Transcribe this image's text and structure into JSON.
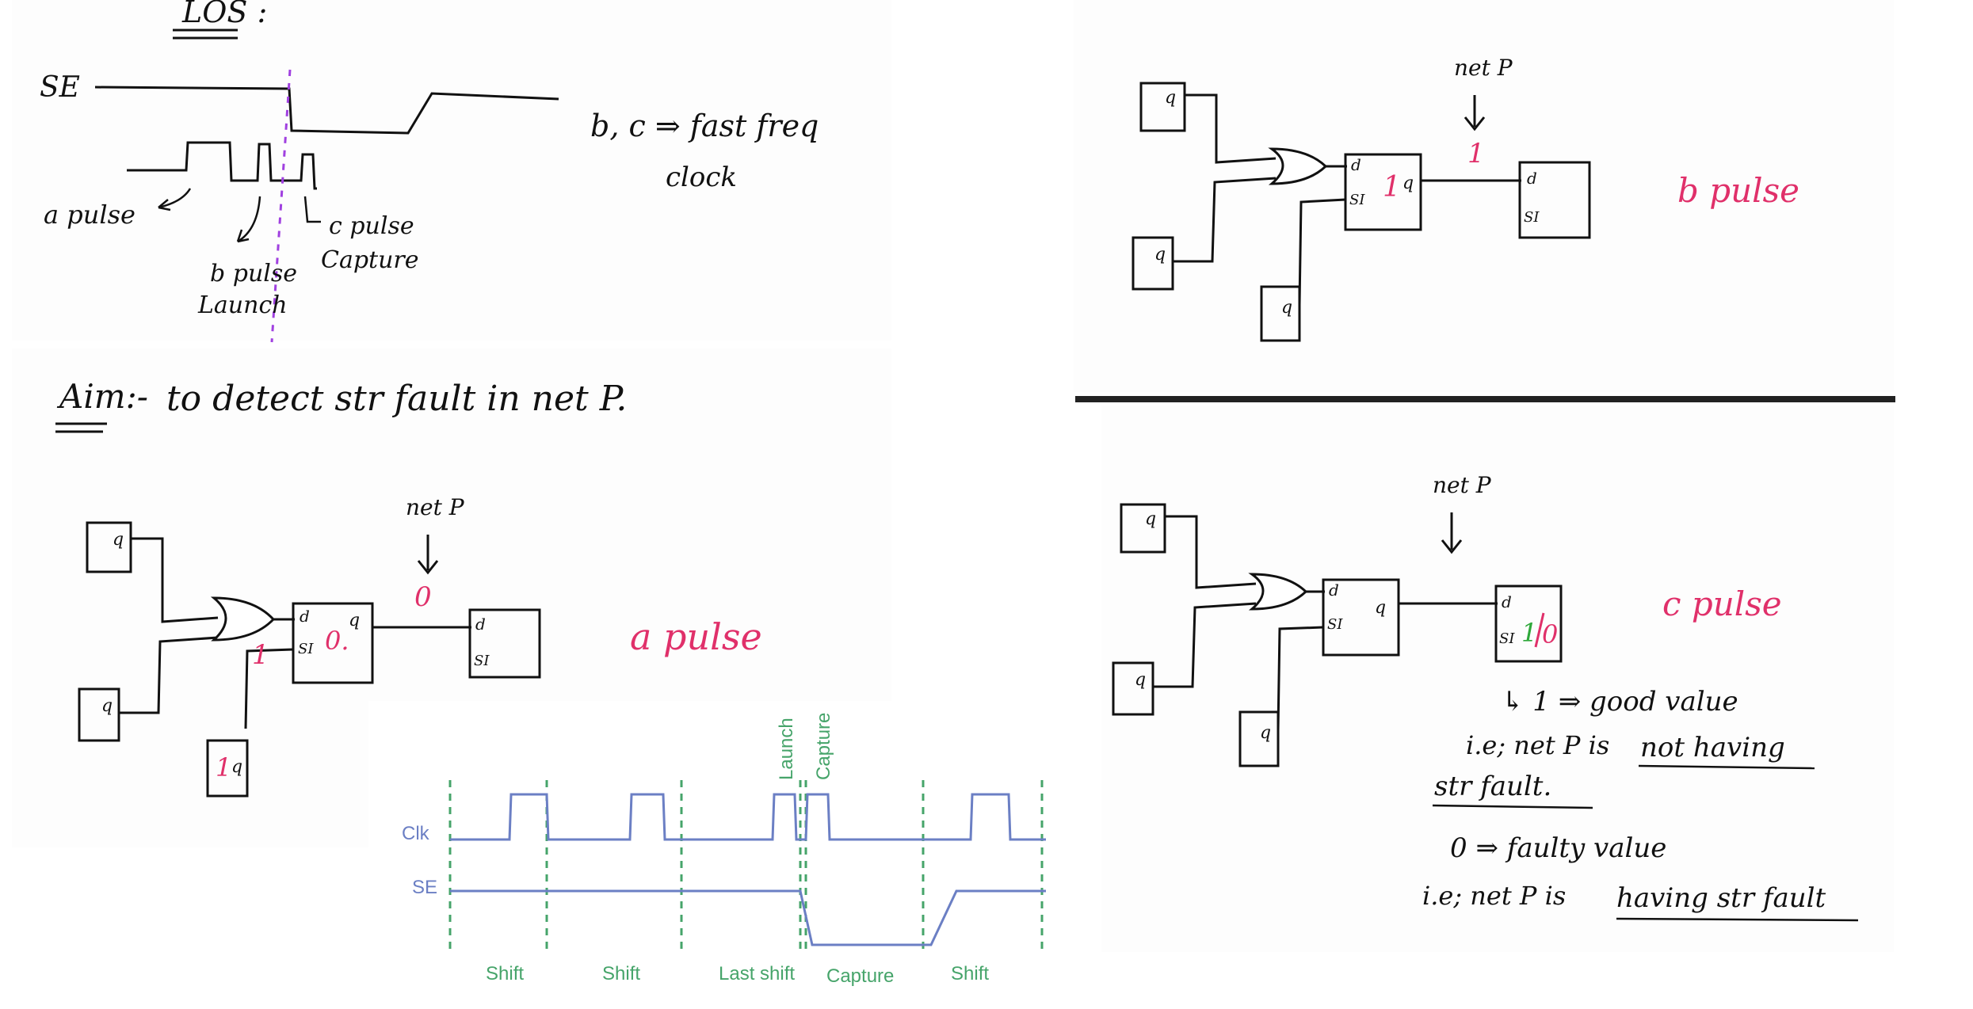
{
  "los": {
    "title": "LOS :",
    "se_label": "SE",
    "a_pulse": "a pulse",
    "b_pulse": "b pulse",
    "b_launch": "Launch",
    "c_pulse": "c pulse",
    "c_capture": "Capture",
    "note_line1": "b, c ⇒ fast freq",
    "note_line2": "clock"
  },
  "aim": {
    "label": "Aim:-",
    "text": "to detect str fault in net P."
  },
  "circuit_a": {
    "net_label": "net P",
    "net_value": "0",
    "ff_q": "q",
    "ff_d": "d",
    "ff_si": "SI",
    "main_ff_value": "0.",
    "si_input_value": "1",
    "bottom_ff_value": "1",
    "pulse_label": "a pulse"
  },
  "circuit_b": {
    "net_label": "net P",
    "net_value": "1",
    "main_ff_value": "1",
    "pulse_label": "b pulse"
  },
  "circuit_c": {
    "net_label": "net P",
    "good_value": "1",
    "faulty_value": "0",
    "pulse_label": "c pulse",
    "note1": "↳ 1 ⇒ good value",
    "note2a": "i.e; net P is",
    "note2b": "not having",
    "note3": "str fault.",
    "note4": "0 ⇒ faulty value",
    "note5a": "i.e; net P is",
    "note5b": "having str fault"
  },
  "waveform": {
    "clk_label": "Clk",
    "se_label": "SE",
    "top_labels": [
      "Launch",
      "Capture"
    ],
    "phases": [
      "Shift",
      "Shift",
      "Last shift",
      "Capture",
      "Shift"
    ],
    "colors": {
      "wave": "#6b7fc4",
      "guide": "#46a46a"
    }
  },
  "colors": {
    "ink": "#111111",
    "pink": "#e0306a",
    "green": "#2ea83a",
    "purple": "#a040e0"
  }
}
